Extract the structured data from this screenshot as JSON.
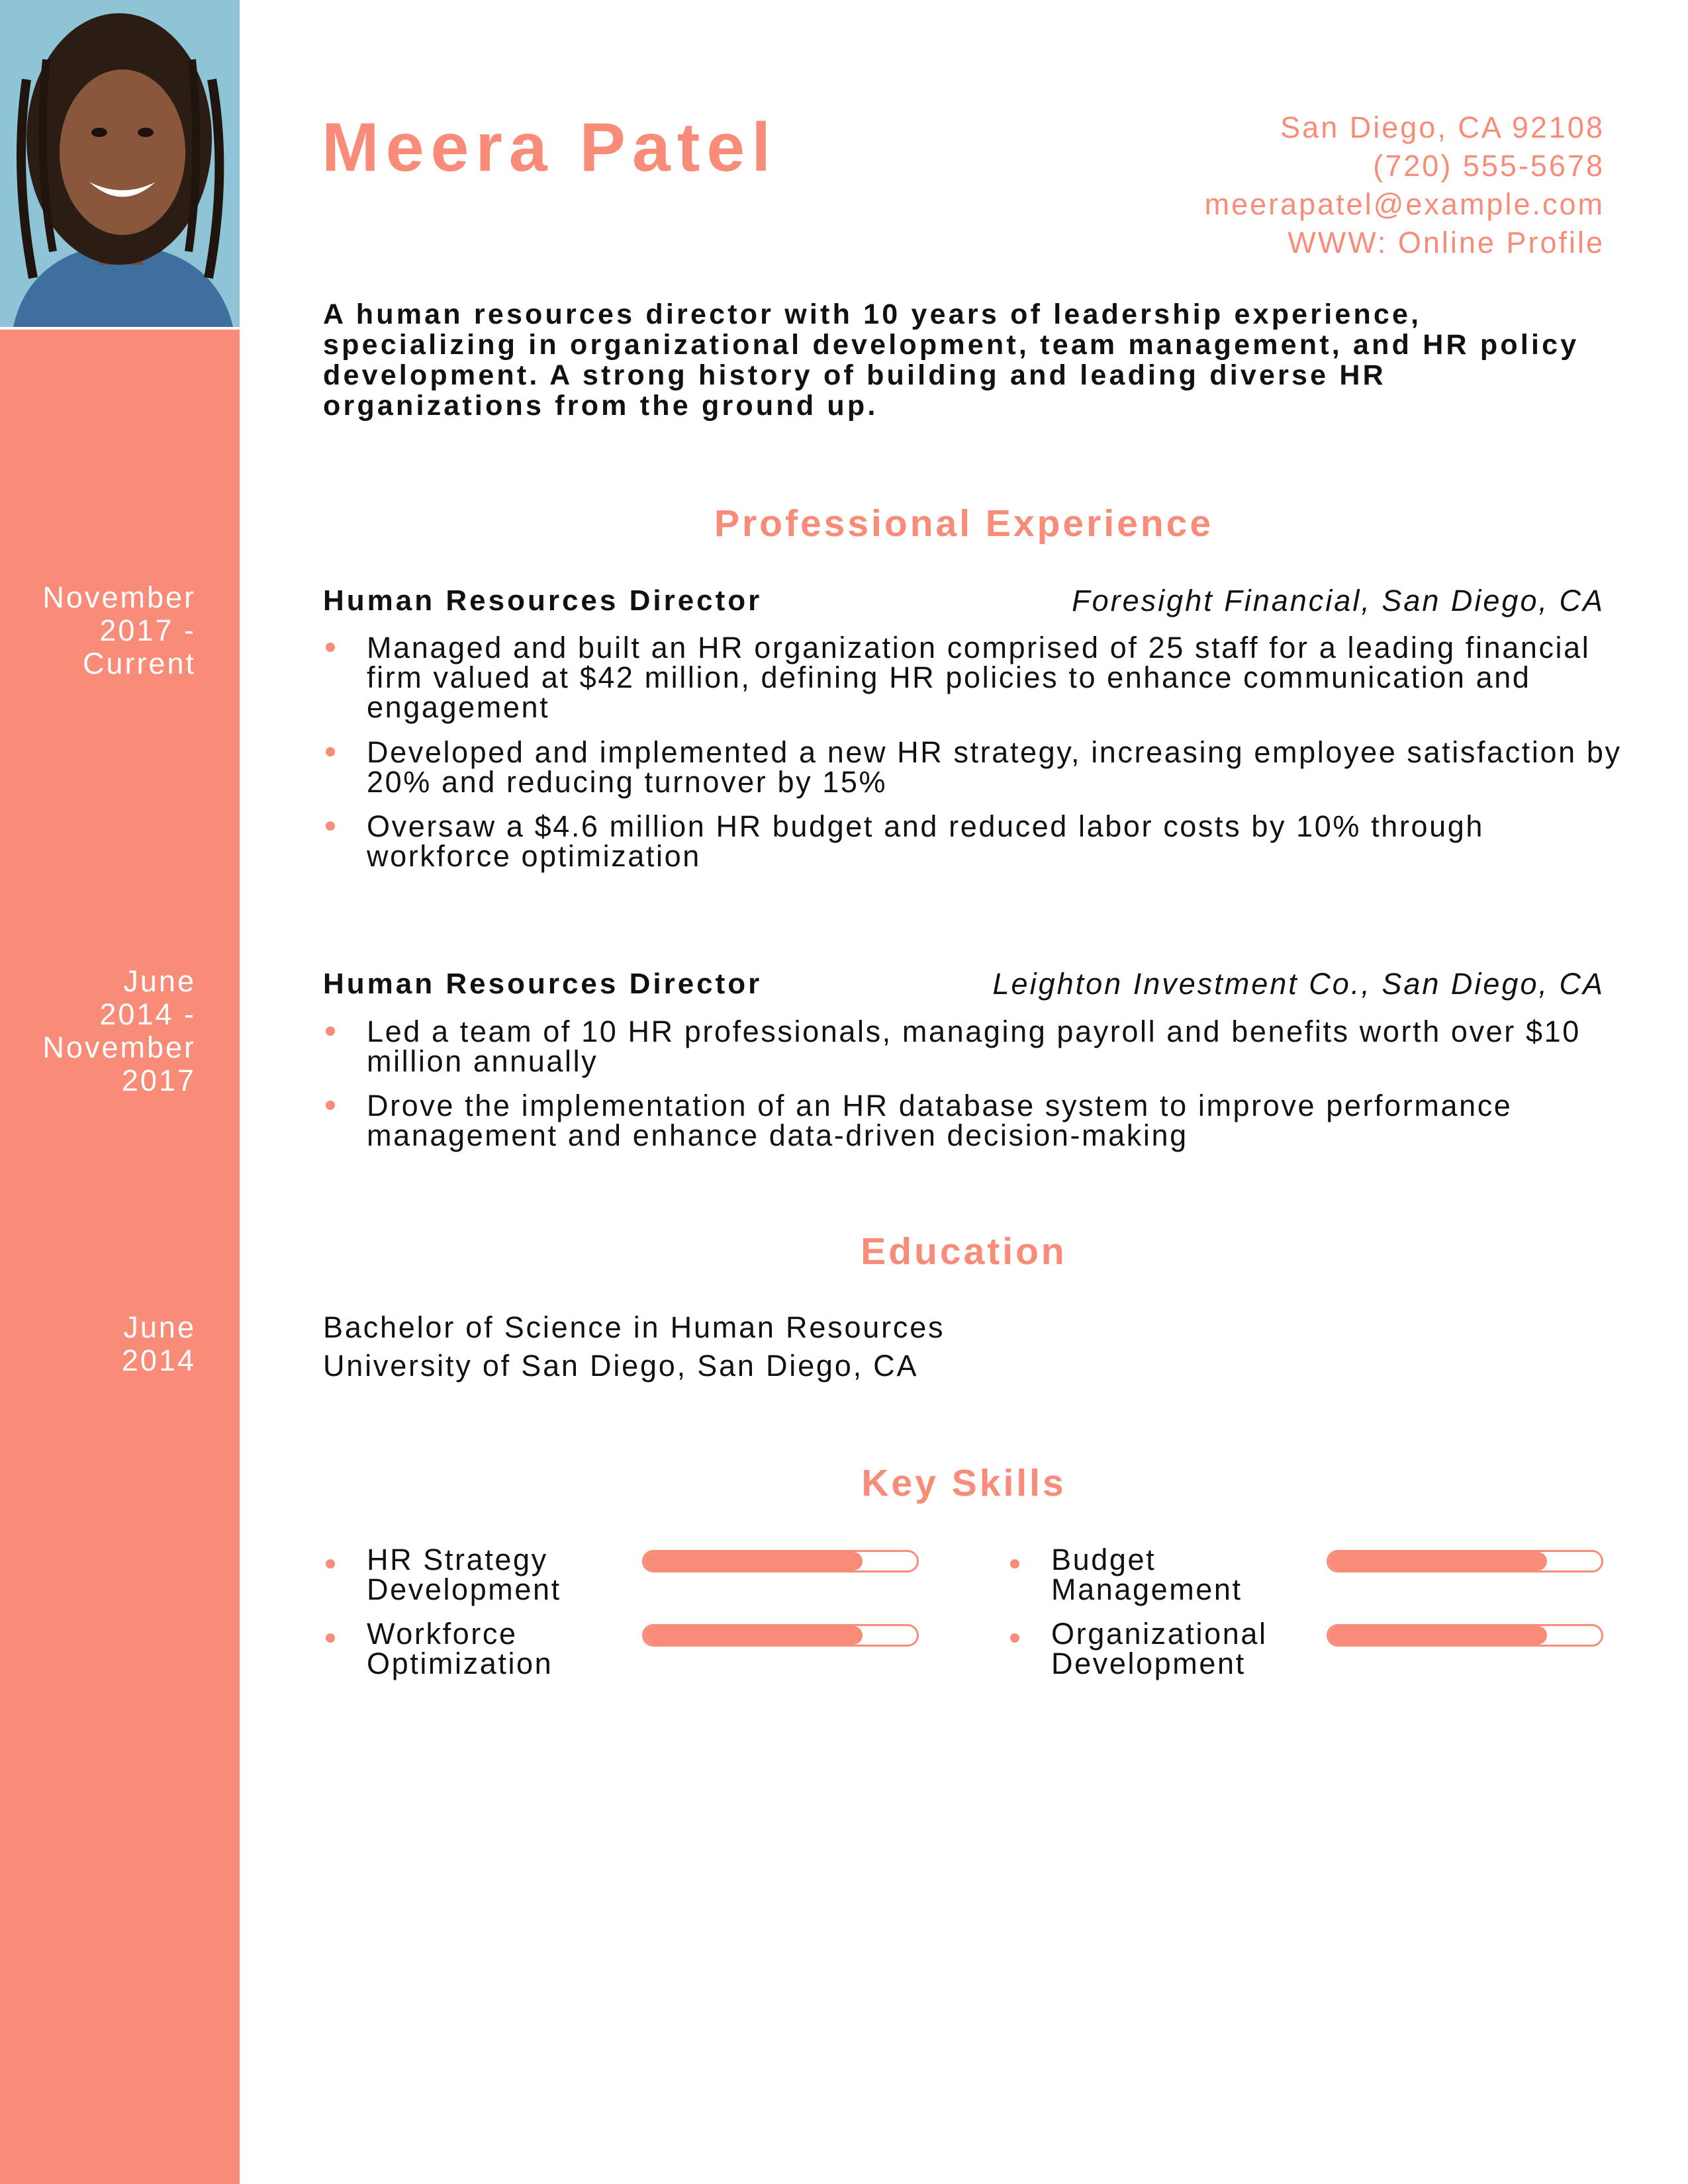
{
  "colors": {
    "accent": "#f88c78",
    "text": "#111111",
    "background": "#ffffff"
  },
  "photo": {
    "icon": "portrait-photo"
  },
  "header": {
    "name": "Meera Patel",
    "contact": {
      "address": "San Diego, CA 92108",
      "phone": "(720) 555-5678",
      "email": "meerapatel@example.com",
      "website": "WWW: Online Profile"
    }
  },
  "summary": "A human resources director with 10 years of leadership experience, specializing in organizational development, team management, and HR policy development. A strong history of building and leading diverse HR organizations from the ground up.",
  "experience": {
    "heading": "Professional Experience",
    "jobs": [
      {
        "dates": [
          "November",
          "2017 -",
          "Current"
        ],
        "title": "Human Resources Director",
        "company": "Foresight Financial, San Diego, CA",
        "bullets": [
          "Managed and built an HR organization comprised of 25 staff for a leading financial firm valued at $42 million, defining HR policies to enhance communication and engagement",
          "Developed and implemented a new HR strategy, increasing employee satisfaction by 20% and reducing turnover by 15%",
          "Oversaw a $4.6 million HR budget and reduced labor costs by 10% through workforce optimization"
        ]
      },
      {
        "dates": [
          "June",
          "2014 -",
          "November",
          "2017"
        ],
        "title": "Human Resources Director",
        "company": "Leighton Investment Co., San Diego, CA",
        "bullets": [
          "Led a team of 10 HR professionals, managing payroll and benefits worth over $10 million annually",
          "Drove the implementation of an HR database system to improve performance management and enhance data-driven decision-making"
        ]
      }
    ]
  },
  "education": {
    "heading": "Education",
    "dates": [
      "June",
      "2014"
    ],
    "degree": "Bachelor of Science in Human Resources",
    "school": "University of San Diego, San Diego, CA"
  },
  "skills": {
    "heading": "Key Skills",
    "items": [
      {
        "label": "HR Strategy Development",
        "level": 0.8
      },
      {
        "label": "Budget Management",
        "level": 0.8
      },
      {
        "label": "Workforce Optimization",
        "level": 0.8
      },
      {
        "label": "Organizational Development",
        "level": 0.8
      }
    ]
  }
}
